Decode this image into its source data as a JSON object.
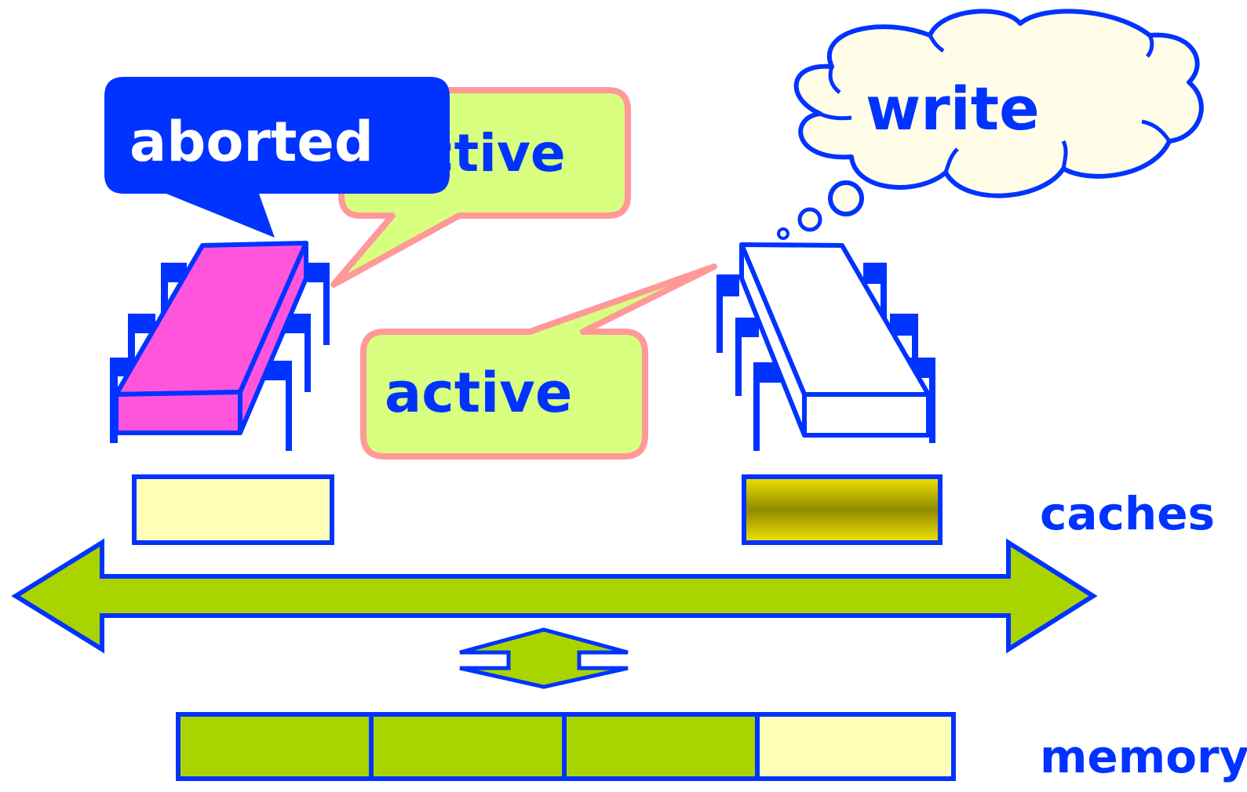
{
  "labels": {
    "aborted": "aborted",
    "active_behind": "active",
    "active_right": "active",
    "write": "write",
    "caches": "caches",
    "memory": "memory"
  },
  "colors": {
    "blue": "#0033FF",
    "pink": "#FF55DD",
    "lime": "#AAD400",
    "light_yellow": "#FFFFB8",
    "bubble_fill": "#D9FF80",
    "bubble_border": "#FF9999",
    "cloud_fill": "#FFFDE8",
    "dirty_cache_gold": "#E6D400",
    "dirty_cache_dark": "#8F8A00"
  },
  "memory_cells": [
    "lime",
    "lime",
    "lime",
    "light_yellow"
  ],
  "processors": [
    {
      "name": "left",
      "state": "aborted",
      "cache_state": "clean"
    },
    {
      "name": "right",
      "state": "active",
      "cache_state": "dirty",
      "thought": "write"
    }
  ]
}
